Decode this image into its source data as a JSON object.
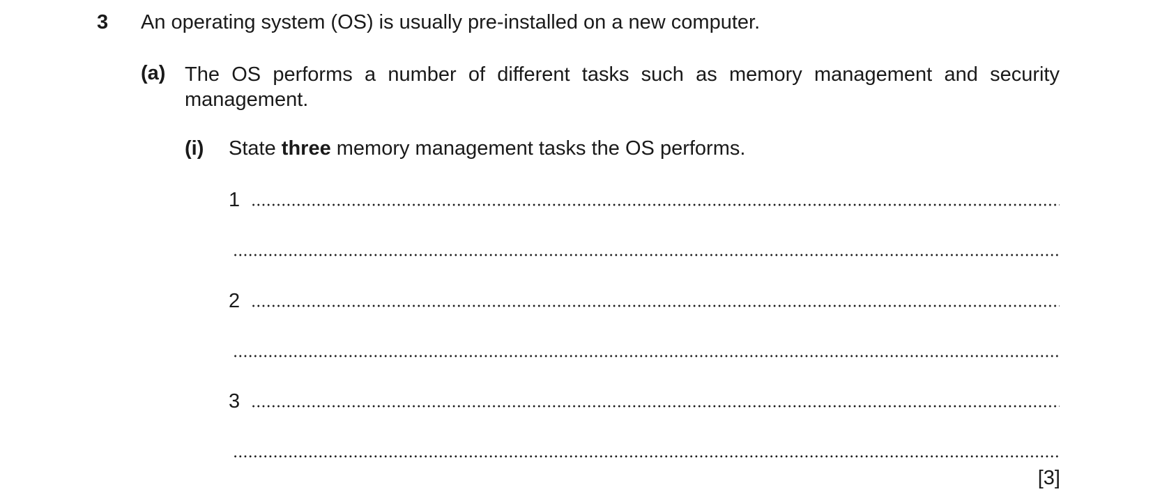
{
  "question": {
    "number": "3",
    "stem": "An operating system (OS) is usually pre-installed on a new computer.",
    "part_a": {
      "label": "(a)",
      "text": "The OS performs a number of different tasks such as memory management and security management.",
      "sub_i": {
        "label": "(i)",
        "text_before": "State ",
        "text_bold": "three",
        "text_after": " memory management tasks the OS performs.",
        "answer_numbers": [
          "1",
          "2",
          "3"
        ],
        "marks": "[3]"
      }
    }
  }
}
